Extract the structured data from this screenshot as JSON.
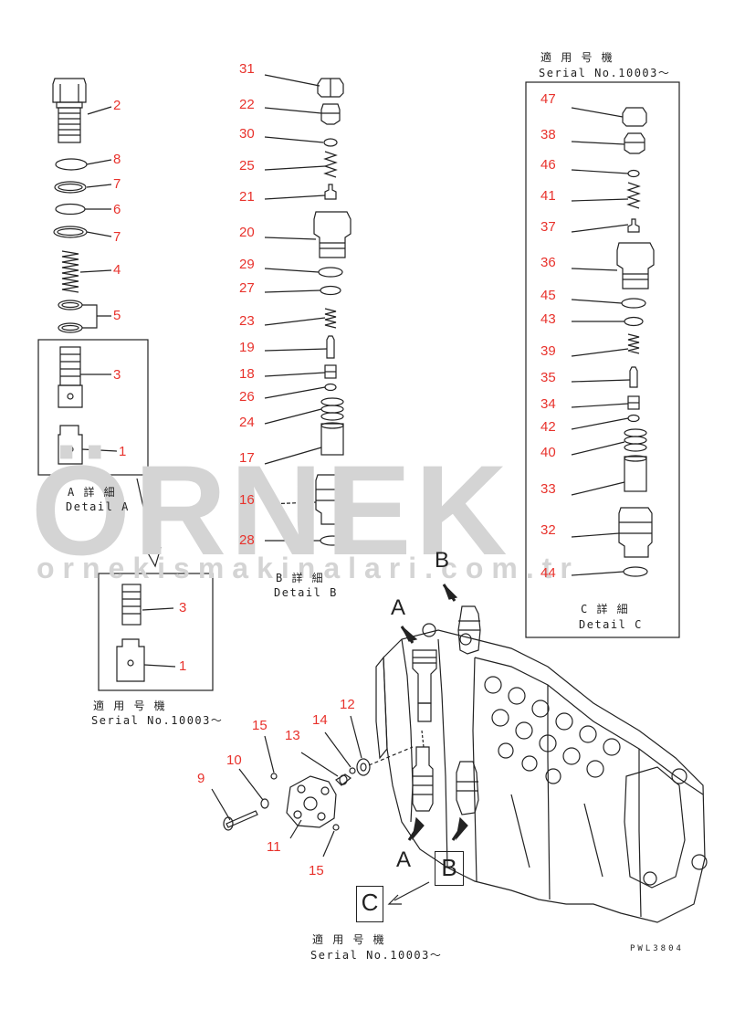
{
  "watermark": {
    "brand": "ÖRNEK",
    "url": "ornekismakinalari.com.tr"
  },
  "parts": {
    "d1": "1",
    "d2": "2",
    "d3": "3",
    "d4": "4",
    "d5": "5",
    "d6": "6",
    "d7a": "7",
    "d7b": "7",
    "d8": "8",
    "d3b": "3",
    "d1b": "1",
    "d9": "9",
    "d10": "10",
    "d11": "11",
    "d12": "12",
    "d13": "13",
    "d14": "14",
    "d15a": "15",
    "d15b": "15",
    "d16": "16",
    "d17": "17",
    "d18": "18",
    "d19": "19",
    "d20": "20",
    "d21": "21",
    "d22": "22",
    "d23": "23",
    "d24": "24",
    "d25": "25",
    "d26": "26",
    "d27": "27",
    "d28": "28",
    "d29": "29",
    "d30": "30",
    "d31": "31",
    "d32": "32",
    "d33": "33",
    "d34": "34",
    "d35": "35",
    "d36": "36",
    "d37": "37",
    "d38": "38",
    "d39": "39",
    "d40": "40",
    "d41": "41",
    "d42": "42",
    "d43": "43",
    "d44": "44",
    "d45": "45",
    "d46": "46",
    "d47": "47"
  },
  "captions": {
    "detail_a_jp": "A 詳 細",
    "detail_a_en": "Detail A",
    "detail_b_jp": "B 詳 細",
    "detail_b_en": "Detail B",
    "detail_c_jp": "C 詳 細",
    "detail_c_en": "Detail C",
    "serial_jp": "適 用 号 機",
    "serial_en": "Serial No.10003～"
  },
  "markers": {
    "a": "A",
    "b": "B",
    "c": "C"
  },
  "drawing_code": "PWL3804",
  "colors": {
    "callout": "#e8322c",
    "line": "#222222",
    "watermark": "#d4d4d4"
  }
}
